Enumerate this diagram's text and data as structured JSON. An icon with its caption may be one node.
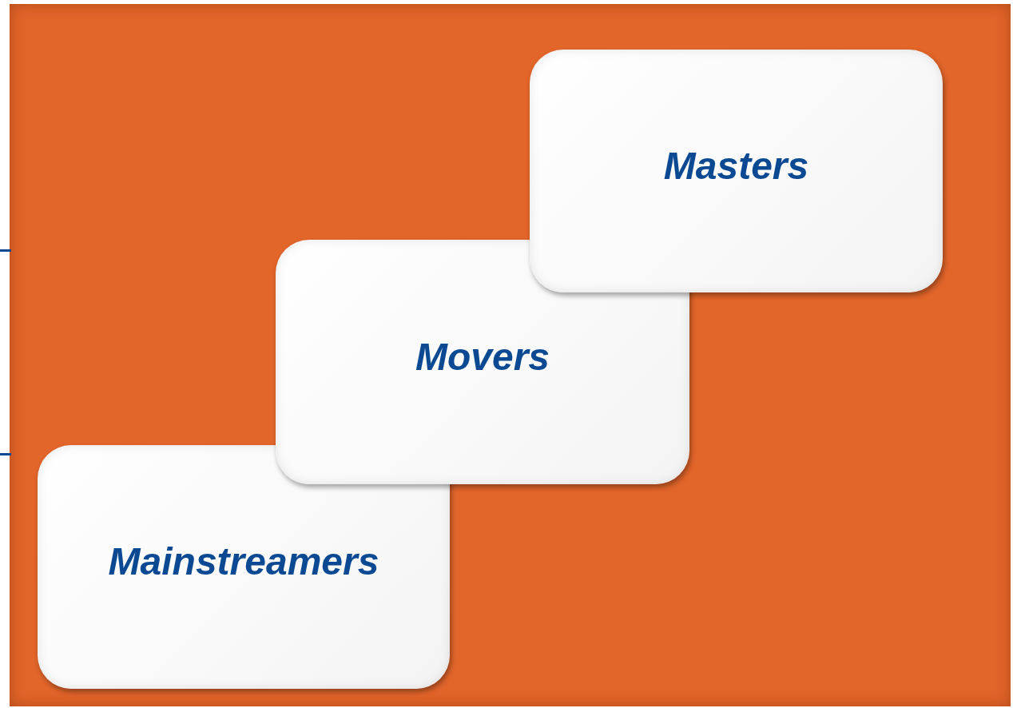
{
  "diagram": {
    "nodes": [
      {
        "text": [
          "Masters"
        ]
      },
      {
        "text": [
          "Movers"
        ]
      },
      {
        "text": [
          "Mainstreamers"
        ]
      }
    ]
  }
}
